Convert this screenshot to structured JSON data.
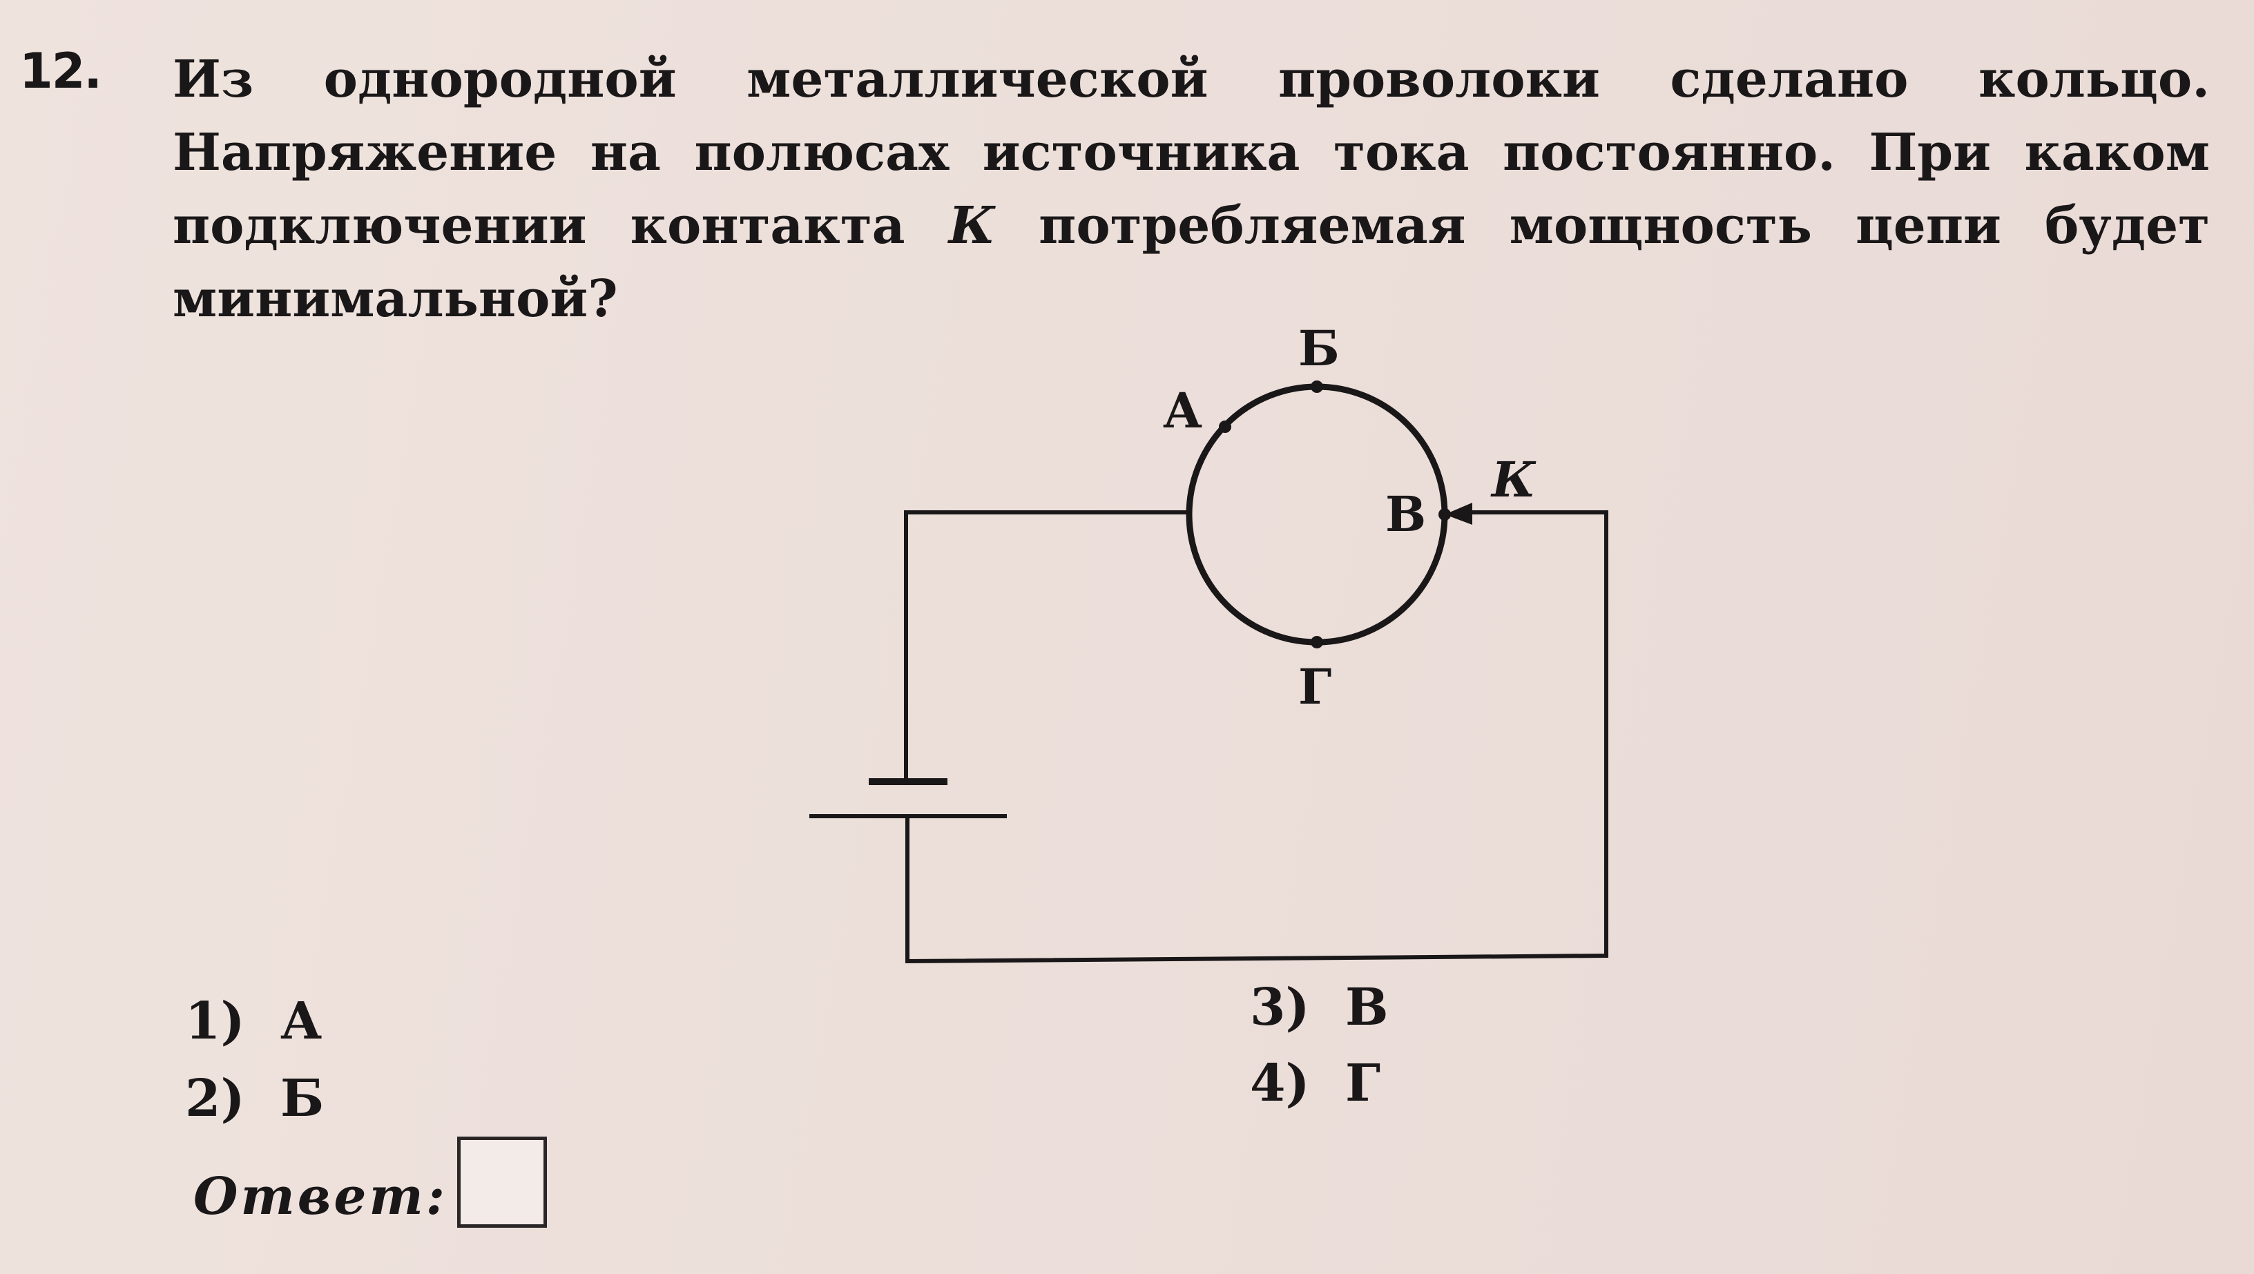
{
  "task": {
    "number": "12.",
    "text_main": "Из однородной металлической проволоки сделано кольцо. Напряжение на полюсах источника тока постоянно. При каком подключении контакта ",
    "text_contact": "К",
    "text_end": " потребляемая мощность цепи будет минимальной?"
  },
  "diagram": {
    "labels": {
      "a": "А",
      "b": "Б",
      "v": "В",
      "g": "Г",
      "k": "К"
    }
  },
  "options": [
    {
      "number": "1)",
      "value": "А"
    },
    {
      "number": "2)",
      "value": "Б"
    },
    {
      "number": "3)",
      "value": "В"
    },
    {
      "number": "4)",
      "value": "Г"
    }
  ],
  "answer": {
    "label": "Ответ:",
    "value": ""
  }
}
